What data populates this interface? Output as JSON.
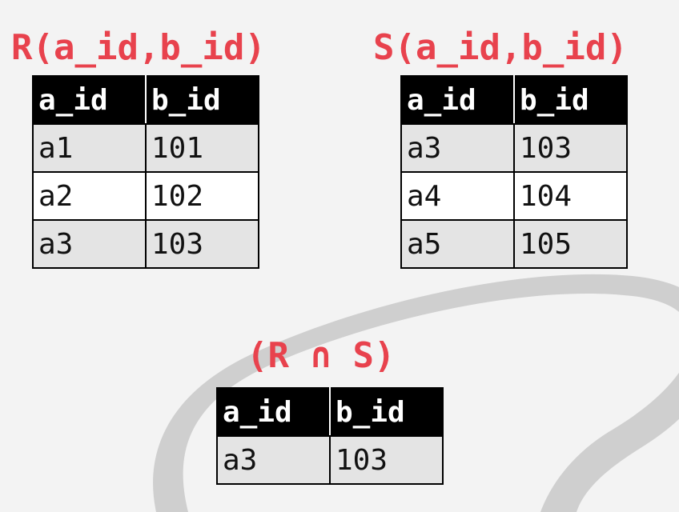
{
  "relations": [
    {
      "title": "R(a_id,b_id)",
      "columns": [
        "a_id",
        "b_id"
      ],
      "rows": [
        [
          "a1",
          "101"
        ],
        [
          "a2",
          "102"
        ],
        [
          "a3",
          "103"
        ]
      ]
    },
    {
      "title": "S(a_id,b_id)",
      "columns": [
        "a_id",
        "b_id"
      ],
      "rows": [
        [
          "a3",
          "103"
        ],
        [
          "a4",
          "104"
        ],
        [
          "a5",
          "105"
        ]
      ]
    },
    {
      "title": "(R ∩ S)",
      "columns": [
        "a_id",
        "b_id"
      ],
      "rows": [
        [
          "a3",
          "103"
        ]
      ]
    }
  ],
  "colors": {
    "title": "#e8424d",
    "header_bg": "#000000",
    "header_text": "#ffffff",
    "row_shaded": "#e4e4e4",
    "row_plain": "#ffffff",
    "background": "#f3f3f3",
    "swoosh": "#c8c8c8"
  }
}
